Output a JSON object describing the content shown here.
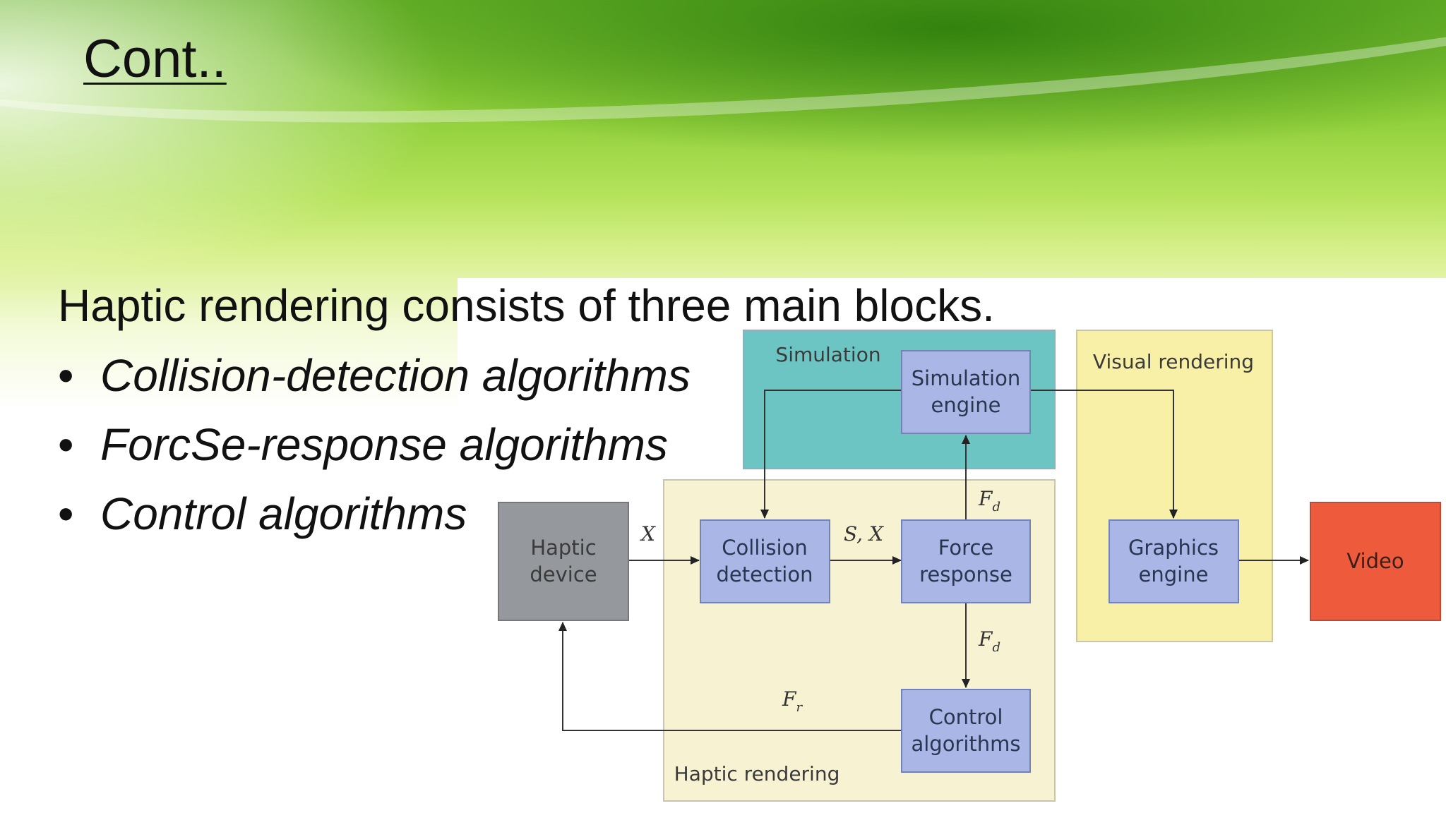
{
  "slide": {
    "title": "Cont..",
    "intro": "Haptic rendering consists of three main blocks.",
    "bullets": [
      "Collision-detection algorithms",
      "ForcSe-response algorithms",
      "Control algorithms"
    ]
  },
  "diagram": {
    "groups": {
      "simulation": "Simulation",
      "visual_rendering": "Visual rendering",
      "haptic_rendering": "Haptic rendering"
    },
    "blocks": {
      "haptic_device": [
        "Haptic",
        "device"
      ],
      "collision_detection": [
        "Collision",
        "detection"
      ],
      "force_response": [
        "Force",
        "response"
      ],
      "simulation_engine": [
        "Simulation",
        "engine"
      ],
      "control_algorithms": [
        "Control",
        "algorithms"
      ],
      "graphics_engine": [
        "Graphics",
        "engine"
      ],
      "video": "Video"
    },
    "signals": {
      "x": "X",
      "sx": "S, X",
      "fd_main": "F",
      "fd_sub": "d",
      "fr_main": "F",
      "fr_sub": "r"
    },
    "colors": {
      "simulation_bg": "#6cc5c3",
      "visual_bg": "#f7f0a6",
      "haptic_bg": "#f6f2d2",
      "block_blue": "#a9b6e6",
      "haptic_device": "#95989d",
      "video": "#ee5a3c"
    }
  }
}
